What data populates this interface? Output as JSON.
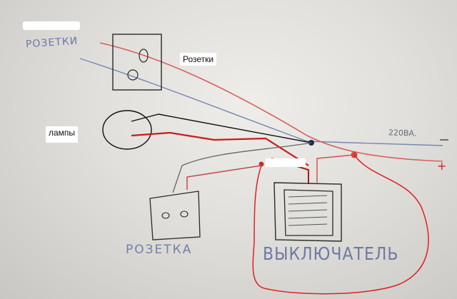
{
  "labels": {
    "outlets_handwritten": "РОЗЕТКИ",
    "outlets_typed": "Розетки",
    "lamps_typed": "лампы",
    "voltage": "220ВА.",
    "single_outlet": "РОЗЕТКА",
    "switch": "ВЫКЛЮЧАТЕЛЬ"
  },
  "colors": {
    "paper": "#e6e5e1",
    "pencil": "#2a2a2a",
    "pen_blue": "#6d77a6",
    "red_live": "#cc1a1a",
    "red_pencil": "#d86060",
    "black_wire": "#111111"
  },
  "symbols": {
    "plus_sign": "+",
    "minus_sign": "-"
  }
}
